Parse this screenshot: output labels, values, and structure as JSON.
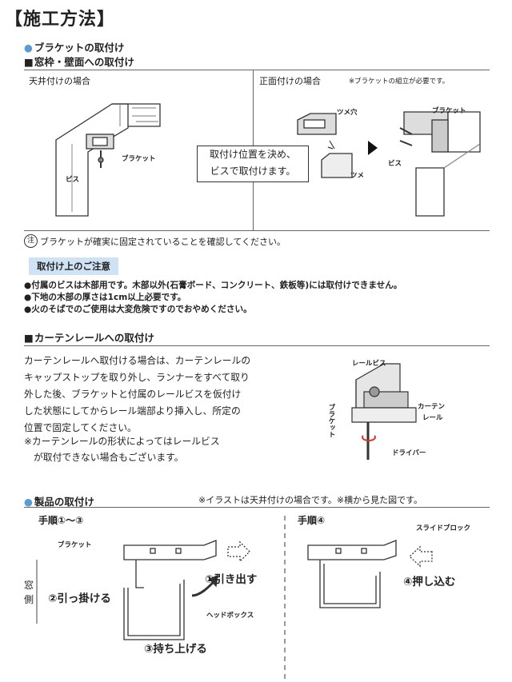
{
  "page_title": "【施工方法】",
  "bracket_section": {
    "heading": "ブラケットの取付け",
    "subheading": "窓枠・壁面への取付け",
    "ceiling_title": "天井付けの場合",
    "front_title": "正面付けの場合",
    "front_note": "※ブラケットの組立が必要です。",
    "center_box_line1": "取付け位置を決め、",
    "center_box_line2": "ビスで取付けます。",
    "labels": {
      "bracket_left": "ブラケット",
      "screw_left": "ビス",
      "tsume_hole": "ツメ穴",
      "tsume": "ツメ",
      "bracket_right": "ブラケット",
      "screw_right": "ビス"
    },
    "note_mark": "注",
    "note_text": "ブラケットが確実に固定されていることを確認してください。"
  },
  "caution": {
    "title": "取付け上のご注意",
    "items": [
      "●付属のビスは木部用です。木部以外(石膏ボード、コンクリート、鉄板等)には取付けできません。",
      "●下地の木部の厚さは1cm以上必要です。",
      "●火のそばでのご使用は大変危険ですのでおやめください。"
    ]
  },
  "rail_section": {
    "heading": "カーテンレールへの取付け",
    "lines": [
      "カーテンレールへ取付ける場合は、カーテンレールの",
      "キャップストップを取り外し、ランナーをすべて取り",
      "外した後、ブラケットと付属のレールビスを仮付け",
      "した状態にしてからレール端部より挿入し、所定の",
      "位置で固定してください。"
    ],
    "note_line1": "※カーテンレールの形状によってはレールビス",
    "note_line2": "が取付できない場合もございます。",
    "labels": {
      "rail_screw": "レールビス",
      "bracket": "ブラケット",
      "curtain": "カーテン",
      "rail": "レール",
      "driver": "ドライバー"
    }
  },
  "product_section": {
    "heading": "製品の取付け",
    "note": "※イラストは天井付けの場合です。※横から見た図です。",
    "step1_title": "手順①～③",
    "step4_title": "手順④",
    "labels": {
      "bracket": "ブラケット",
      "window_side_1": "窓",
      "window_side_2": "側",
      "pull_out": "①引き出す",
      "hook": "②引っ掛ける",
      "lift": "③持ち上げる",
      "headbox": "ヘッドボックス",
      "slide_block": "スライドブロック",
      "push_in": "④押し込む"
    }
  },
  "colors": {
    "accent_blue": "#5b9bd5",
    "caution_bg": "#cfe3f5",
    "line": "#555555"
  }
}
